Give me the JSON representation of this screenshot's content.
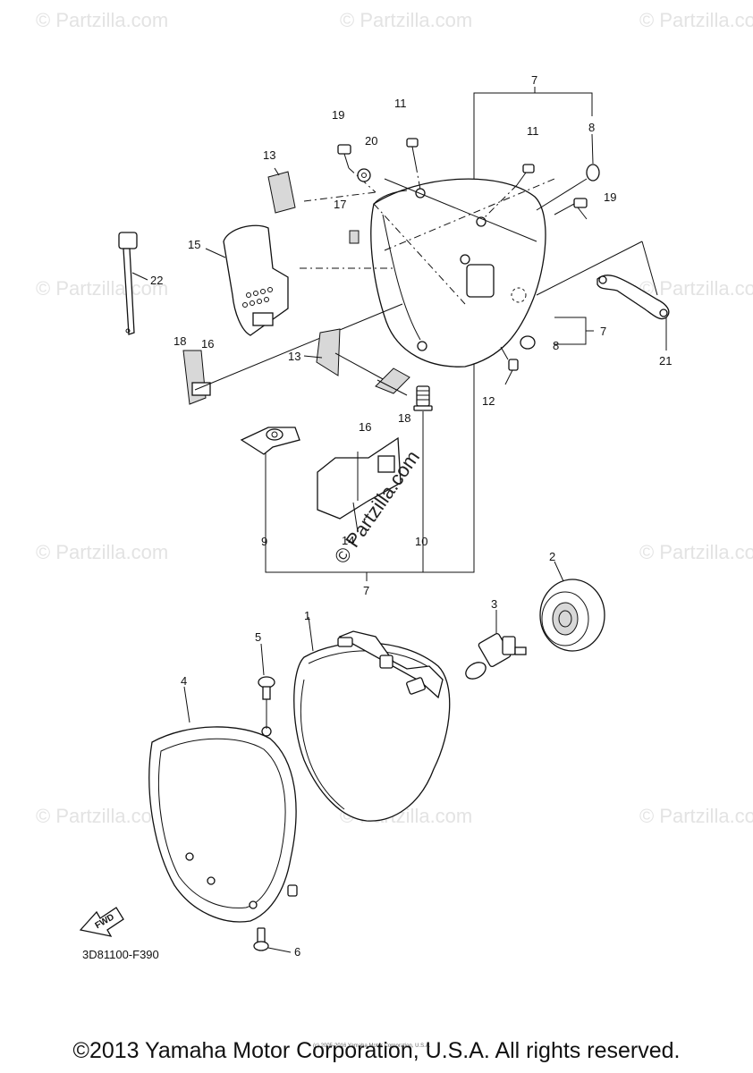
{
  "watermark": "© Partzilla.com",
  "center_watermark": "© Partzilla.com",
  "diagram_code": "3D81100-F390",
  "fwd_label": "FWD",
  "small_copyright": "(c) 2005-2016 Yamaha Motor Corporation, U.S.A.",
  "footer": "©2013 Yamaha Motor Corporation, U.S.A. All rights reserved.",
  "callouts": {
    "c1": "1",
    "c2": "2",
    "c3": "3",
    "c4": "4",
    "c5": "5",
    "c6": "6",
    "c7a": "7",
    "c7b": "7",
    "c7c": "7",
    "c8a": "8",
    "c8b": "8",
    "c9": "9",
    "c10": "10",
    "c11a": "11",
    "c11b": "11",
    "c12": "12",
    "c13a": "13",
    "c13b": "13",
    "c14": "14",
    "c15": "15",
    "c16a": "16",
    "c16b": "16",
    "c17": "17",
    "c18a": "18",
    "c18b": "18",
    "c19a": "19",
    "c19b": "19",
    "c20": "20",
    "c21": "21",
    "c22": "22"
  }
}
